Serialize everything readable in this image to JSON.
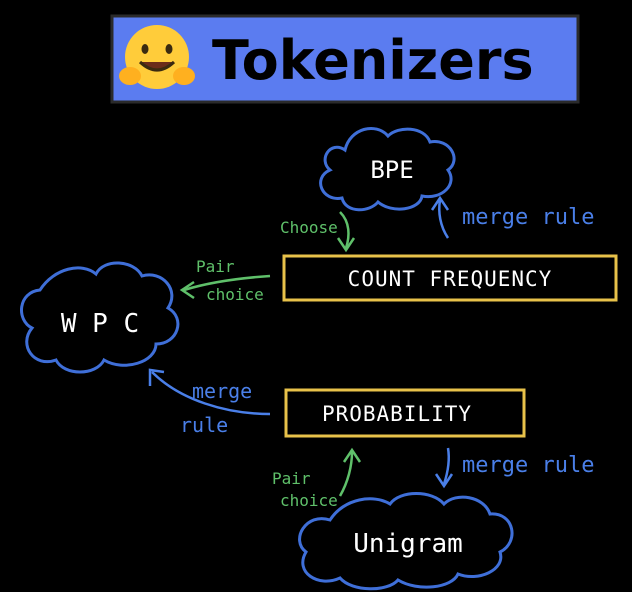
{
  "title": {
    "text": "Tokenizers",
    "logo": "hugging-face-emoji"
  },
  "nodes": {
    "bpe": "BPE",
    "wpc": "W P C",
    "unigram": "Unigram",
    "count_frequency": "COUNT FREQUENCY",
    "probability": "PROBABILITY"
  },
  "edge_labels": {
    "choose": "Choose",
    "merge_rule_bpe": "merge rule",
    "pair": "Pair",
    "choice": "choice",
    "merge": "merge",
    "rule": "rule",
    "merge_rule_unigram": "merge rule",
    "pair_unigram": "Pair",
    "choice_unigram": "choice"
  },
  "colors": {
    "background": "#000000",
    "title_bg": "#5b7cf0",
    "cloud": "#3f6fd8",
    "box": "#e8c24a",
    "green": "#5fc06a",
    "blue_text": "#4a7fe8",
    "white": "#ffffff"
  }
}
